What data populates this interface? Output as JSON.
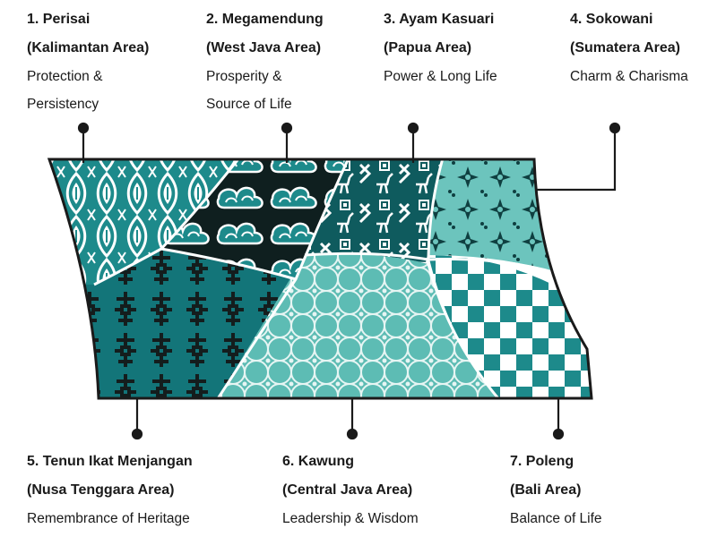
{
  "colors": {
    "teal_dark": "#0f5b5e",
    "teal": "#1d8a8b",
    "teal_light": "#6cc4bd",
    "dark": "#1a1a1a",
    "white": "#ffffff"
  },
  "items": [
    {
      "title": "1. Perisai",
      "region": "(Kalimantan Area)",
      "meaning_line1": "Protection &",
      "meaning_line2": "Persistency"
    },
    {
      "title": "2. Megamendung",
      "region": "(West Java Area)",
      "meaning_line1": "Prosperity &",
      "meaning_line2": "Source of Life"
    },
    {
      "title": "3. Ayam Kasuari",
      "region": "(Papua Area)",
      "meaning_line1": "Power & Long Life"
    },
    {
      "title": "4. Sokowani",
      "region": "(Sumatera Area)",
      "meaning_line1": "Charm & Charisma"
    },
    {
      "title": "5. Tenun Ikat Menjangan",
      "region": "(Nusa Tenggara Area)",
      "meaning_line1": "Remembrance of Heritage"
    },
    {
      "title": "6. Kawung",
      "region": "(Central Java Area)",
      "meaning_line1": "Leadership & Wisdom"
    },
    {
      "title": "7. Poleng",
      "region": "(Bali Area)",
      "meaning_line1": "Balance of Life"
    }
  ]
}
